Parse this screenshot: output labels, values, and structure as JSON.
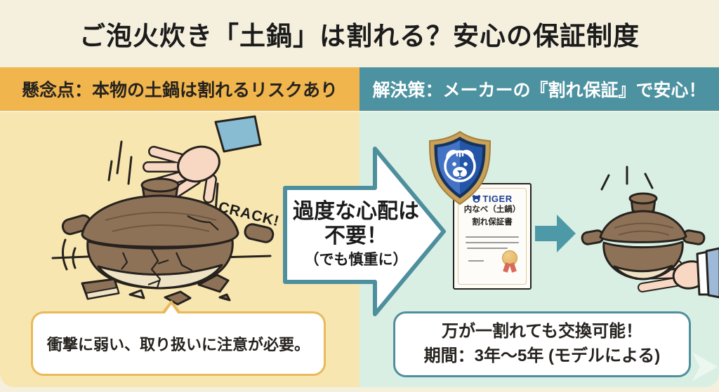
{
  "title": "ご泡火炊き「土鍋」は割れる？安心の保証制度",
  "left": {
    "header": "懸念点：本物の土鍋は割れるリスクあり",
    "crack_label": "CRACK!",
    "bubble": "衝撃に弱い、取り扱いに注意が必要。"
  },
  "right": {
    "header": "解決策：メーカーの『割れ保証』で安心！",
    "certificate": {
      "brand": "TIGER",
      "line1": "内なべ（土鍋）",
      "line2": "割れ保証書"
    },
    "box_line1": "万が一割れても交換可能！",
    "box_line2": "期間：3年〜5年 (モデルによる)"
  },
  "center_arrow": {
    "line1": "過度な心配は",
    "line2": "不要！",
    "line3": "（でも慎重に）"
  },
  "icons": {
    "shield": "shield-icon",
    "tiger_face": "tiger-face-icon",
    "seal": "certificate-seal-icon",
    "arrow_right": "arrow-right-icon",
    "sparkle": "sparkle-icon"
  },
  "colors": {
    "background": "#F5F0DE",
    "concern_header_bg": "#F0B54C",
    "concern_panel_bg": "#F8E6B0",
    "solution_header_bg": "#4D92A0",
    "solution_panel_bg": "#D9EFE4",
    "teal_accent": "#4E8F9E",
    "bubble_border": "#E9B95B",
    "shield_blue": "#2F5FB3",
    "shield_gold": "#C9A159",
    "tiger_logo_blue": "#1D3E92",
    "pot_brown": "#8E7257",
    "seal_gold": "#E4B966"
  }
}
